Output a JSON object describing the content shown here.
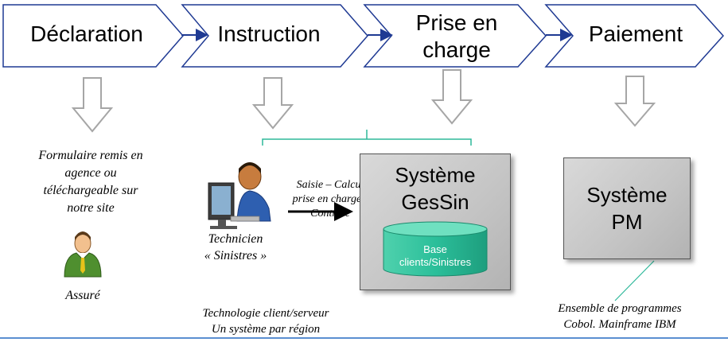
{
  "process": {
    "steps": [
      {
        "label": "Déclaration"
      },
      {
        "label": "Instruction"
      },
      {
        "label_line1": "Prise en",
        "label_line2": "charge"
      },
      {
        "label": "Paiement"
      }
    ],
    "colors": {
      "chevron_border": "#1f3a93",
      "connector": "#1f3a93",
      "hollow_arrow": "#a6a6a6",
      "bracket": "#2eb89a"
    }
  },
  "declaration": {
    "description_lines": [
      "Formulaire remis en",
      "agence ou",
      "téléchargeable sur",
      "notre site"
    ],
    "actor_label": "Assuré",
    "actor_icon": "user-tie-icon"
  },
  "instruction": {
    "actor_label_lines": [
      "Technicien",
      "« Sinistres »"
    ],
    "actor_icon": "computer-user-icon",
    "action_lines": [
      "Saisie – Calcul",
      "prise en charge -",
      "Contrôle"
    ],
    "tech_note_lines": [
      "Technologie client/serveur",
      "Un système par région"
    ]
  },
  "gessin": {
    "title_lines": [
      "Système",
      "GesSin"
    ],
    "database_lines": [
      "Base",
      "clients/Sinistres"
    ],
    "database_color": "#2bbf9a",
    "database_icon": "database-cylinder"
  },
  "pm": {
    "title_lines": [
      "Système",
      "PM"
    ],
    "note_lines": [
      "Ensemble de programmes",
      "Cobol. Mainframe IBM"
    ]
  }
}
